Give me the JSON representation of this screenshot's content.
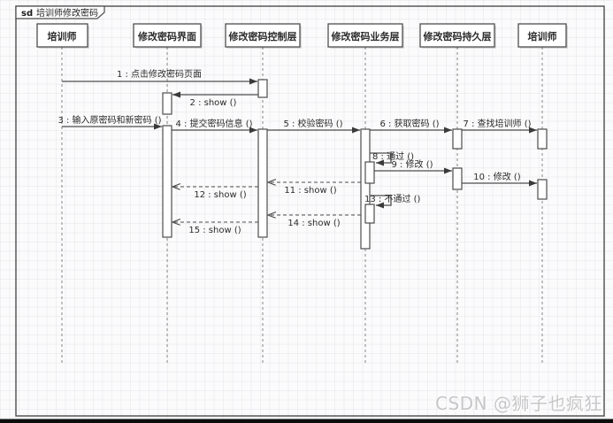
{
  "frame": {
    "keyword": "sd",
    "title": "培训师修改密码"
  },
  "lifelines": [
    {
      "label": "培训师"
    },
    {
      "label": "修改密码界面"
    },
    {
      "label": "修改密码控制层"
    },
    {
      "label": "修改密码业务层"
    },
    {
      "label": "修改密码持久层"
    },
    {
      "label": "培训师"
    }
  ],
  "messages": [
    {
      "label": "1 : 点击修改密码页面",
      "kind": "call",
      "from": "培训师",
      "to": "修改密码控制层"
    },
    {
      "label": "2 : show ()",
      "kind": "call",
      "from": "修改密码控制层",
      "to": "修改密码界面"
    },
    {
      "label": "3 : 输入原密码和新密码 ()",
      "kind": "call",
      "from": "培训师",
      "to": "修改密码界面"
    },
    {
      "label": "4 : 提交密码信息 ()",
      "kind": "call",
      "from": "修改密码界面",
      "to": "修改密码控制层"
    },
    {
      "label": "5 : 校验密码 ()",
      "kind": "call",
      "from": "修改密码控制层",
      "to": "修改密码业务层"
    },
    {
      "label": "6 : 获取密码 ()",
      "kind": "call",
      "from": "修改密码业务层",
      "to": "修改密码持久层"
    },
    {
      "label": "7 : 查找培训师 ()",
      "kind": "call",
      "from": "修改密码持久层",
      "to": "培训师"
    },
    {
      "label": "8 : 通过 ()",
      "kind": "self",
      "from": "修改密码业务层",
      "to": "修改密码业务层"
    },
    {
      "label": "9 : 修改 ()",
      "kind": "call",
      "from": "修改密码业务层",
      "to": "修改密码持久层"
    },
    {
      "label": "10 : 修改 ()",
      "kind": "call",
      "from": "修改密码持久层",
      "to": "培训师"
    },
    {
      "label": "11 : show ()",
      "kind": "return",
      "from": "修改密码业务层",
      "to": "修改密码控制层"
    },
    {
      "label": "12 : show ()",
      "kind": "return",
      "from": "修改密码控制层",
      "to": "修改密码界面"
    },
    {
      "label": "13 : 不通过 ()",
      "kind": "self",
      "from": "修改密码业务层",
      "to": "修改密码业务层"
    },
    {
      "label": "14 : show ()",
      "kind": "return",
      "from": "修改密码业务层",
      "to": "修改密码控制层"
    },
    {
      "label": "15 : show ()",
      "kind": "return",
      "from": "修改密码控制层",
      "to": "修改密码界面"
    }
  ],
  "watermark": "CSDN @狮子也疯狂",
  "colors": {
    "line": "#4d4d4d",
    "lifeline_dash": "#9a9a9a",
    "text": "#2b2b2b",
    "watermark": "#c7c7c9",
    "bottom_bar": "#0d0d0d"
  }
}
